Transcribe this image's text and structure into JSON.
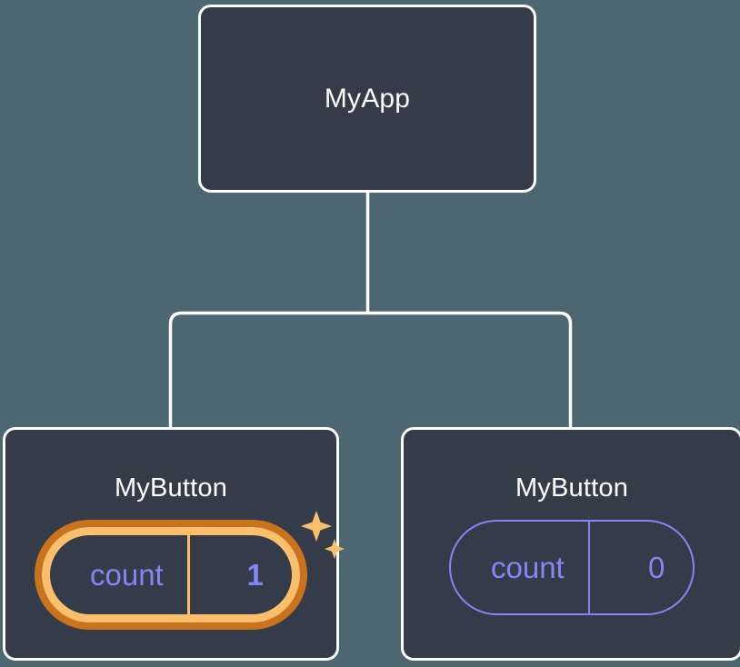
{
  "diagram": {
    "type": "component-tree",
    "title": "React component tree with local state",
    "colors": {
      "background": "#4c6672",
      "card_fill": "#343b49",
      "card_border": "#ffffff",
      "connector": "#ffffff",
      "state_text": "#8287f5",
      "highlight_outer": "#c9741c",
      "highlight_inner": "#fbbf6b",
      "sparkle": "#fbbf6b"
    }
  },
  "root": {
    "id": "myapp",
    "label": "MyApp"
  },
  "children": [
    {
      "id": "mybutton-left",
      "label": "MyButton",
      "state": {
        "key": "count",
        "value": "1"
      },
      "highlighted": true,
      "sparkle_icon": "sparkles-icon"
    },
    {
      "id": "mybutton-right",
      "label": "MyButton",
      "state": {
        "key": "count",
        "value": "0"
      },
      "highlighted": false
    }
  ]
}
